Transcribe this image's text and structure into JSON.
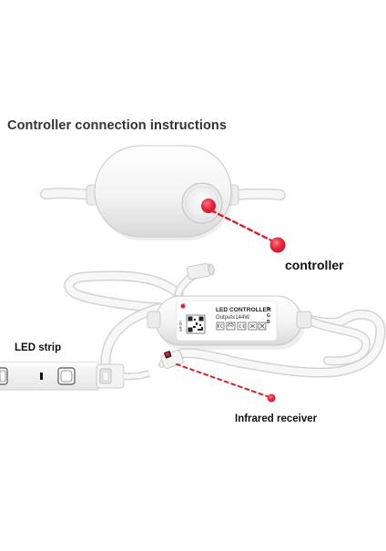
{
  "title": "Controller connection instructions",
  "callouts": {
    "controller": "controller",
    "led_strip": "LED strip",
    "infrared_receiver": "Infrared receiver"
  },
  "device_label": {
    "name": "LED CONTROLLER",
    "output": "Output≤144W",
    "rgb_letters": [
      "R",
      "G",
      "B"
    ],
    "model": "MP3F"
  },
  "colors": {
    "callout_dot": "#e8273f",
    "callout_line": "#d81f2e",
    "title_text": "#333333",
    "device_body": "#f4f4f4",
    "cable": "#f2f2f2"
  }
}
